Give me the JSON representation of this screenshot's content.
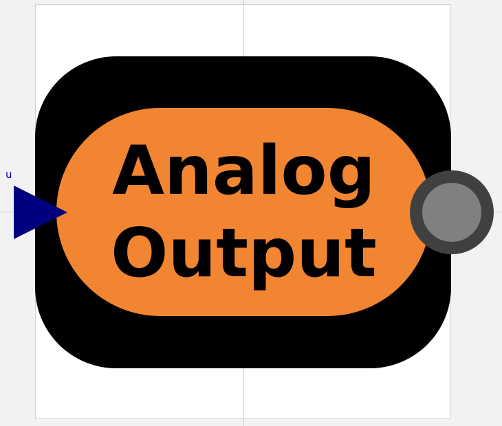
{
  "block": {
    "label_line1": "Analog",
    "label_line2": "Output",
    "outer_color": "#000000",
    "inner_color": "#f28532"
  },
  "ports": {
    "input": {
      "label": "u",
      "color": "#000080",
      "icon": "triangle-right-icon"
    },
    "output": {
      "icon": "circle-port-icon",
      "ring_color": "#404040",
      "fill_color": "#808080"
    }
  }
}
